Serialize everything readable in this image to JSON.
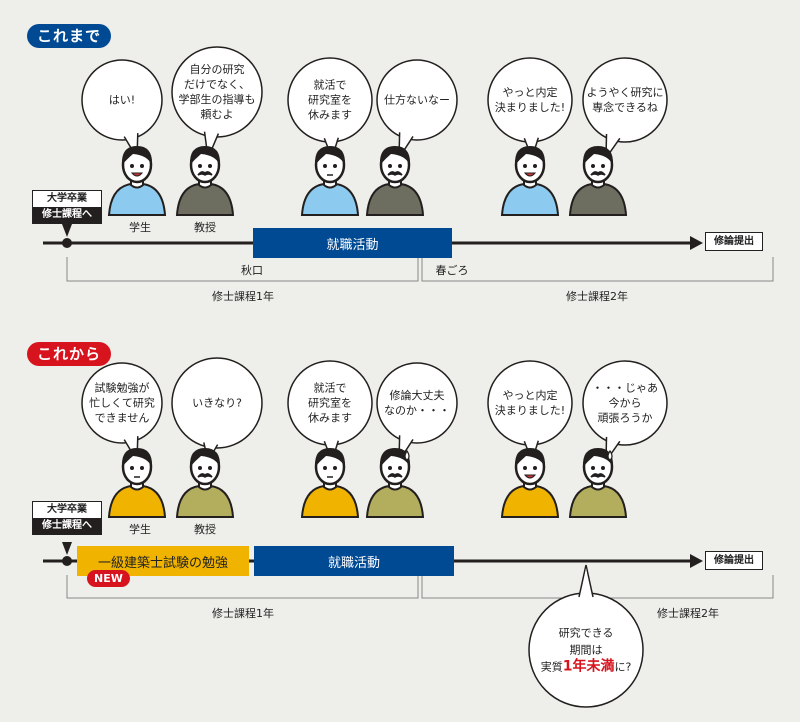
{
  "colors": {
    "navy": "#004a94",
    "red": "#d7141e",
    "student_before": "#8ccbef",
    "professor_before": "#6e6e60",
    "student_after": "#f0b400",
    "professor_after": "#b3ad5e",
    "background": "#eeeeea"
  },
  "before": {
    "badge": "これまで",
    "bubbles": [
      "はい!",
      "自分の研究\nだけでなく、\n学部生の指導も\n頼むよ",
      "就活で\n研究室を\n休みます",
      "仕方ないなー",
      "やっと内定\n決まりました!",
      "ようやく研究に\n専念できるね"
    ],
    "labels": {
      "student": "学生",
      "professor": "教授"
    },
    "start": {
      "line1": "大学卒業",
      "line2": "修士課程へ"
    },
    "job_hunting": "就職活動",
    "end": "修論提出",
    "autumn": "秋口",
    "spring": "春ごろ",
    "year1": "修士課程1年",
    "year2": "修士課程2年"
  },
  "after": {
    "badge": "これから",
    "bubbles": [
      "試験勉強が\n忙しくて研究\nできません",
      "いきなり?",
      "就活で\n研究室を\n休みます",
      "修論大丈夫\nなのか・・・",
      "やっと内定\n決まりました!",
      "・・・じゃあ\n今から\n頑張ろうか"
    ],
    "labels": {
      "student": "学生",
      "professor": "教授"
    },
    "start": {
      "line1": "大学卒業",
      "line2": "修士課程へ"
    },
    "exam_study": "一級建築士試験の勉強",
    "new_badge": "NEW",
    "job_hunting": "就職活動",
    "end": "修論提出",
    "year1": "修士課程1年",
    "year2": "修士課程2年",
    "callout": {
      "line1": "研究できる",
      "line2": "期間は",
      "prefix": "実質",
      "highlight": "1年未満",
      "suffix": "に?"
    }
  }
}
